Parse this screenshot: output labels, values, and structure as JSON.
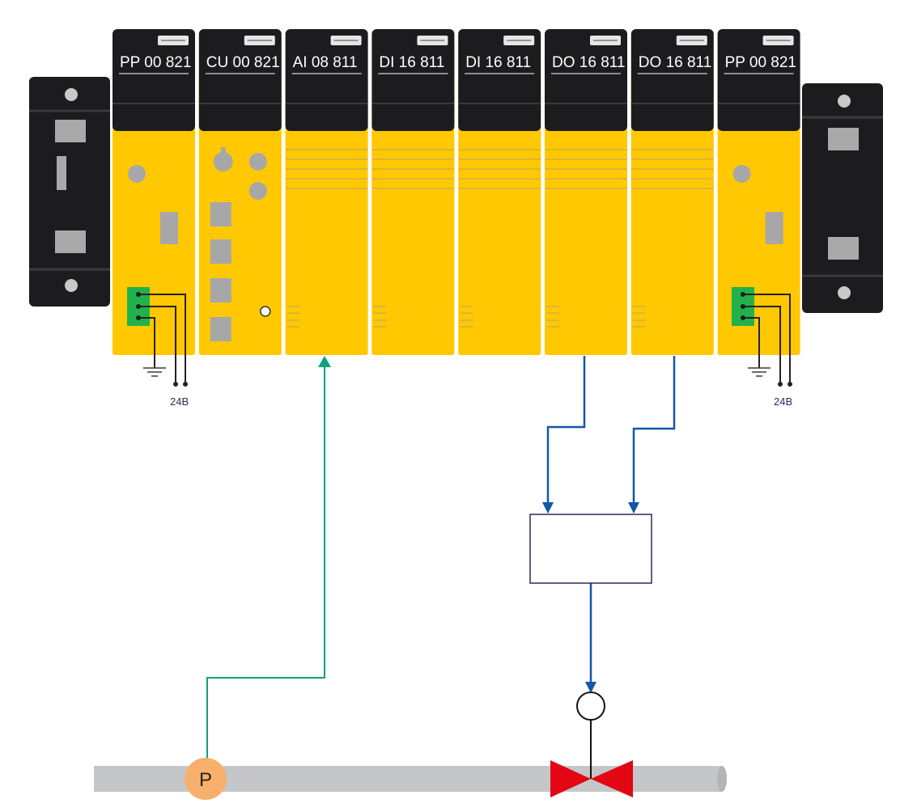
{
  "colors": {
    "module_yellow": "#ffc800",
    "module_black": "#1c1c1e",
    "end_plate": "#1c1c1e",
    "terminal_green": "#22b24c",
    "analog_line": "#13a07e",
    "digital_line": "#1357a8",
    "pipe": "#c4c6c8",
    "valve": "#e30613",
    "sensor_fill": "#f7b06b"
  },
  "modules": [
    {
      "label": "PP 00 821",
      "type": "power"
    },
    {
      "label": "CU 00 821",
      "type": "cpu"
    },
    {
      "label": "AI 08 811",
      "type": "io"
    },
    {
      "label": "DI 16 811",
      "type": "io"
    },
    {
      "label": "DI 16 811",
      "type": "io"
    },
    {
      "label": "DO 16 811",
      "type": "io"
    },
    {
      "label": "DO 16 811",
      "type": "io"
    },
    {
      "label": "PP 00 821",
      "type": "power"
    }
  ],
  "power": {
    "left_voltage": "24B",
    "right_voltage": "24B"
  },
  "field": {
    "pressure_sensor": "P",
    "icons": {
      "end_plate": "end-plate-icon",
      "ground": "ground-icon",
      "terminal": "terminal-block-icon",
      "actuator": "actuator-icon",
      "valve": "valve-icon",
      "sensor": "pressure-sensor-icon"
    }
  }
}
